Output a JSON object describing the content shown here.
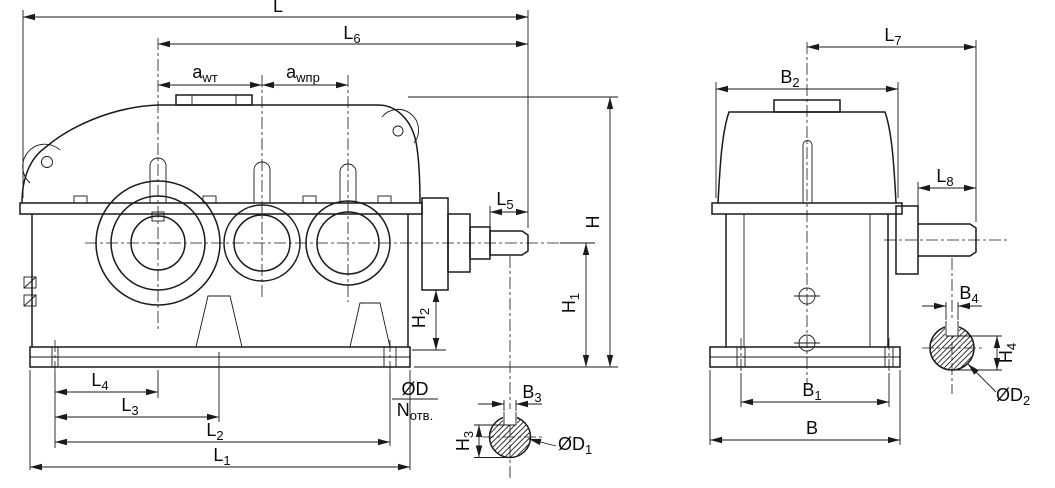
{
  "colors": {
    "ink": "#1a1a1a",
    "background": "#ffffff"
  },
  "labels": {
    "L": {
      "base": "L",
      "sub": ""
    },
    "L1": {
      "base": "L",
      "sub": "1"
    },
    "L2": {
      "base": "L",
      "sub": "2"
    },
    "L3": {
      "base": "L",
      "sub": "3"
    },
    "L4": {
      "base": "L",
      "sub": "4"
    },
    "L5": {
      "base": "L",
      "sub": "5"
    },
    "L6": {
      "base": "L",
      "sub": "6"
    },
    "L7": {
      "base": "L",
      "sub": "7"
    },
    "L8": {
      "base": "L",
      "sub": "8"
    },
    "awt": {
      "base": "a",
      "sub": "wт"
    },
    "awpr": {
      "base": "a",
      "sub": "wпр"
    },
    "H": {
      "base": "H",
      "sub": ""
    },
    "H1": {
      "base": "H",
      "sub": "1"
    },
    "H2": {
      "base": "H",
      "sub": "2"
    },
    "H3": {
      "base": "H",
      "sub": "3"
    },
    "H4": {
      "base": "H",
      "sub": "4"
    },
    "B": {
      "base": "B",
      "sub": ""
    },
    "B1": {
      "base": "B",
      "sub": "1"
    },
    "B2": {
      "base": "B",
      "sub": "2"
    },
    "B3": {
      "base": "B",
      "sub": "3"
    },
    "B4": {
      "base": "B",
      "sub": "4"
    },
    "D": {
      "base": "ØD",
      "sub": ""
    },
    "N_otv": {
      "base": "N",
      "sub": "отв."
    },
    "D1": {
      "base": "ØD",
      "sub": "1"
    },
    "D2": {
      "base": "ØD",
      "sub": "2"
    }
  }
}
